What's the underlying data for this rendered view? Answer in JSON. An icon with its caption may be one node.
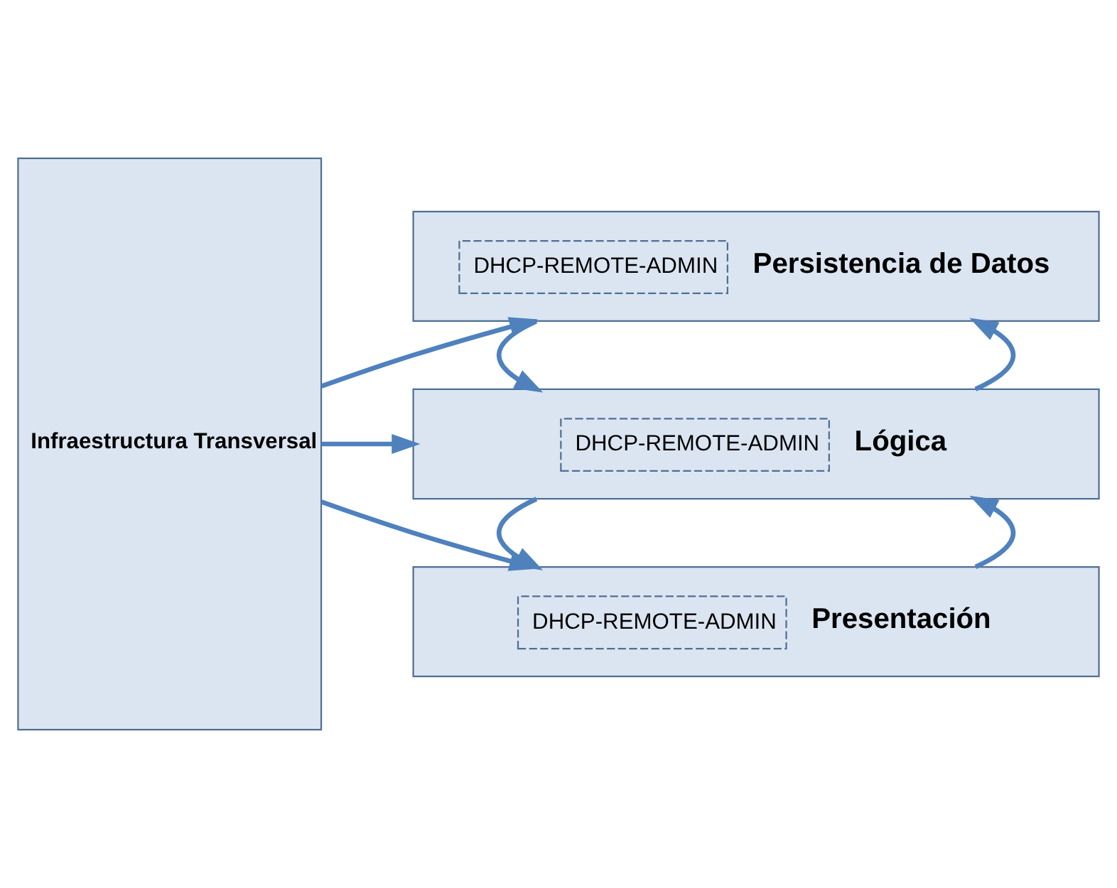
{
  "diagram": {
    "nodes": [
      {
        "text": [
          "Infraestructura Transversal"
        ]
      },
      {
        "text": [
          "DHCP-REMOTE-ADMIN",
          "Presentación"
        ]
      },
      {
        "text": [
          "DHCP-REMOTE-ADMIN",
          "Lógica"
        ]
      },
      {
        "text": [
          "DHCP-REMOTE-ADMIN",
          "Persistencia de Datos"
        ]
      }
    ],
    "edges": [
      {
        "from": 0,
        "to": 1,
        "arrow": "to"
      },
      {
        "from": 0,
        "to": 2,
        "arrow": "to"
      },
      {
        "from": 0,
        "to": 3,
        "arrow": "to"
      },
      {
        "from": 1,
        "to": 2,
        "arrow": "to"
      },
      {
        "from": 2,
        "to": 1,
        "arrow": "to"
      },
      {
        "from": 2,
        "to": 3,
        "arrow": "to"
      },
      {
        "from": 3,
        "to": 2,
        "arrow": "to"
      }
    ]
  }
}
